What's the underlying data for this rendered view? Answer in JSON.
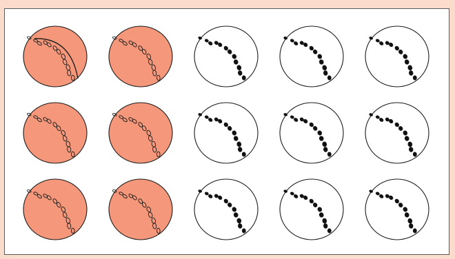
{
  "figure": {
    "grid": {
      "rows": 3,
      "cols": 5
    },
    "colors": {
      "outer_background": "#fbdccc",
      "panel_background": "#ffffff",
      "panel_border": "#5a5a5a",
      "filled_circle": "#f4977a",
      "empty_circle": "#ffffff",
      "stroke": "#1a1a1a",
      "dot_solid": "#111111"
    },
    "columns": [
      {
        "circle": "filled",
        "dots": "hollow",
        "arc_line": true
      },
      {
        "circle": "filled",
        "dots": "hollow",
        "arc_line": false
      },
      {
        "circle": "empty",
        "dots": "solid",
        "arc_line": false
      },
      {
        "circle": "empty",
        "dots": "solid",
        "arc_line": false
      },
      {
        "circle": "empty",
        "dots": "solid",
        "arc_line": false
      }
    ],
    "dot_count_per_circle": 12
  }
}
